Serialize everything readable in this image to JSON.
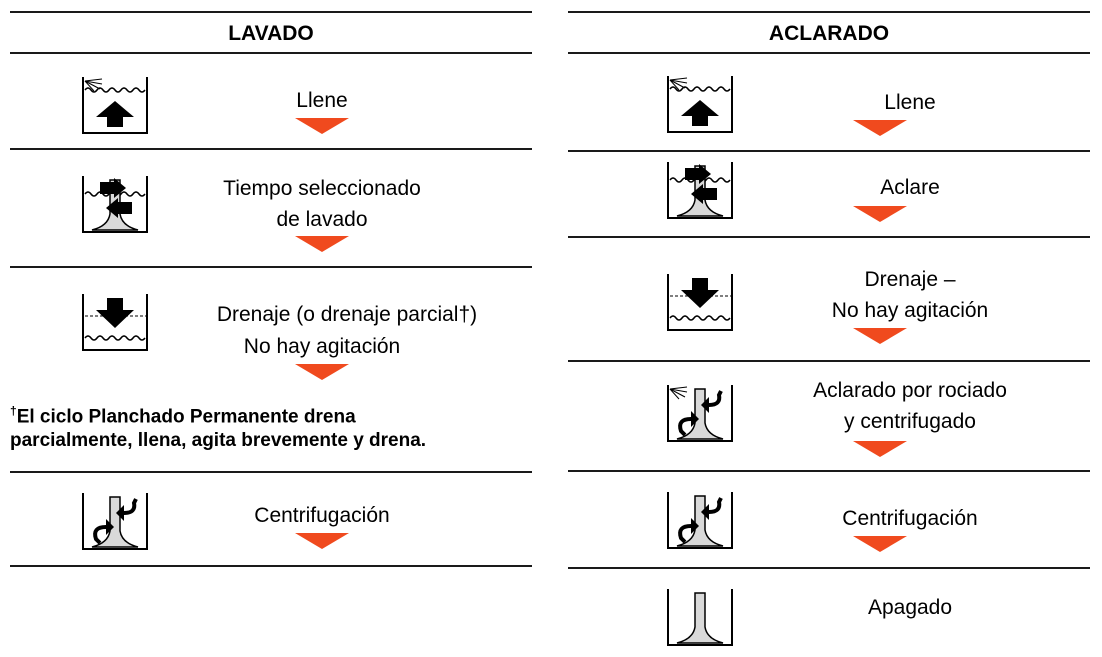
{
  "lavado": {
    "title": "LAVADO",
    "steps": [
      {
        "icon": "fill-icon",
        "line1": "Llene",
        "line2": ""
      },
      {
        "icon": "wash-agitate-icon",
        "line1": "Tiempo seleccionado",
        "line2": "de lavado"
      },
      {
        "icon": "drain-icon",
        "line1": "Drenaje (o drenaje parcial†)",
        "line2": "No hay agitación"
      },
      {
        "icon": "spin-icon",
        "line1": "Centrifugación",
        "line2": ""
      }
    ],
    "footnote": {
      "mark": "†",
      "line1": "El ciclo Planchado Permanente drena",
      "line2": "parcialmente, llena, agita brevemente y drena."
    }
  },
  "aclarado": {
    "title": "ACLARADO",
    "steps": [
      {
        "icon": "fill-icon",
        "line1": "Llene",
        "line2": ""
      },
      {
        "icon": "rinse-agitate-icon",
        "line1": "Aclare",
        "line2": ""
      },
      {
        "icon": "drain-icon",
        "line1": "Drenaje –",
        "line2": "No hay agitación"
      },
      {
        "icon": "spray-spin-icon",
        "line1": "Aclarado por rociado",
        "line2": "y centrifugado"
      },
      {
        "icon": "spin-icon",
        "line1": "Centrifugación",
        "line2": ""
      },
      {
        "icon": "off-icon",
        "line1": "Apagado",
        "line2": ""
      }
    ]
  },
  "colors": {
    "arrow": "#f04a1e",
    "rule": "#1a1a1a",
    "agitator": "#d9d9d9"
  }
}
